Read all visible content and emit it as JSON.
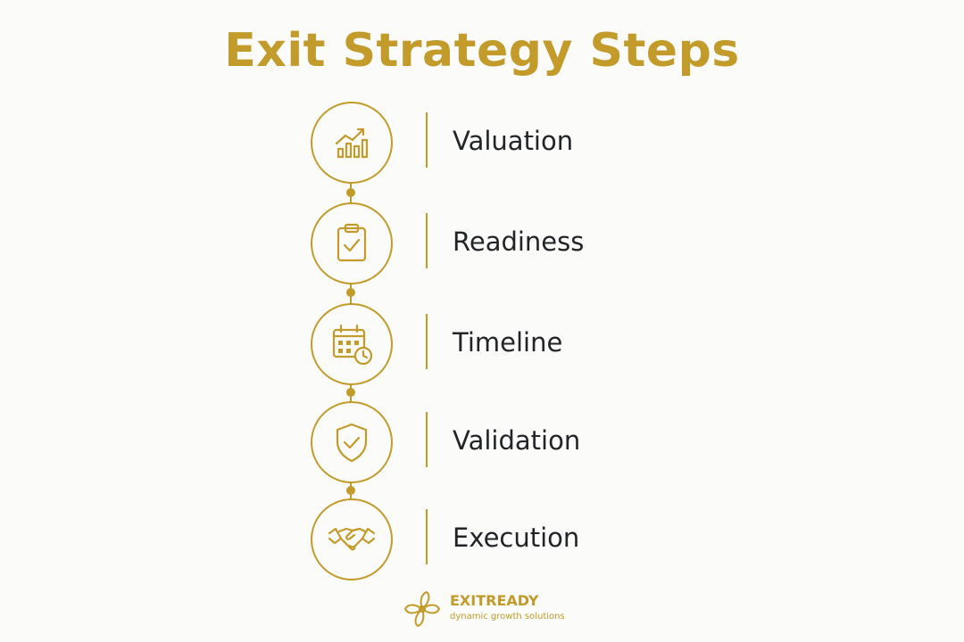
{
  "title": "Exit Strategy Steps",
  "colors": {
    "accent": "#c29b2a",
    "text": "#222428",
    "background": "#fbfbfa"
  },
  "steps": [
    {
      "label": "Valuation",
      "icon": "growth-chart-icon"
    },
    {
      "label": "Readiness",
      "icon": "clipboard-check-icon"
    },
    {
      "label": "Timeline",
      "icon": "calendar-clock-icon"
    },
    {
      "label": "Validation",
      "icon": "shield-check-icon"
    },
    {
      "label": "Execution",
      "icon": "handshake-icon"
    }
  ],
  "brand": {
    "name": "EXITREADY",
    "tagline": "dynamic growth solutions",
    "logo_icon": "flower-logo-icon"
  }
}
